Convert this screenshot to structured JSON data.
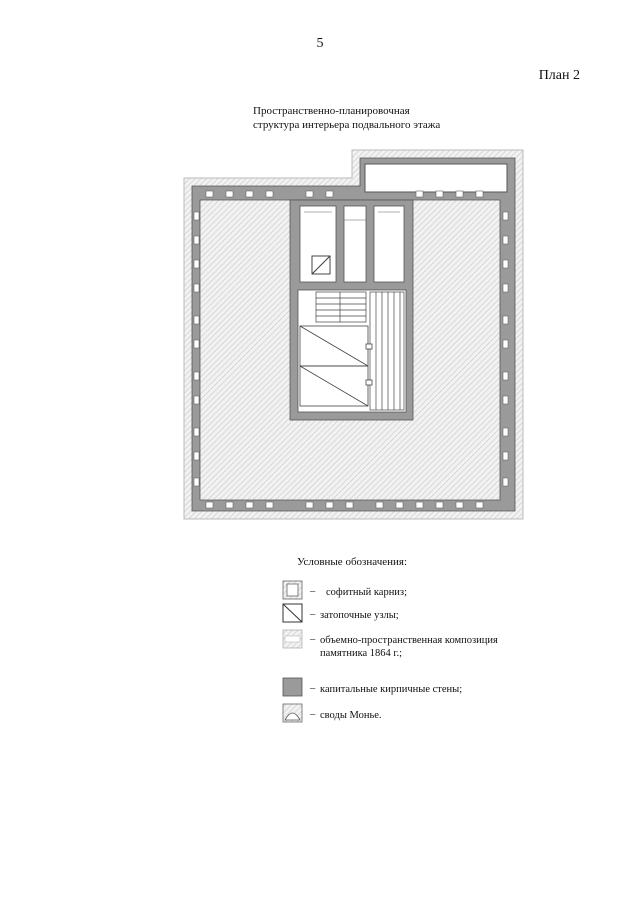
{
  "page": {
    "number": "5",
    "plan_label": "План 2",
    "title_line1": "Пространственно-планировочная",
    "title_line2": "структура интерьера подвального этажа"
  },
  "legend": {
    "title": "Условные обозначения:",
    "dash": "–",
    "items": [
      {
        "icon": "soffit-cornice-icon",
        "label": "софитный карниз;"
      },
      {
        "icon": "filling-unit-icon",
        "label": "затопочные узлы;"
      },
      {
        "icon": "volumetric-composition-icon",
        "label": "объемно-пространственная композиция памятника 1864 г.;"
      },
      {
        "icon": "brick-wall-icon",
        "label": "капитальные кирпичные стены;"
      },
      {
        "icon": "monier-vault-icon",
        "label": "своды Монье."
      }
    ]
  },
  "colors": {
    "wall_fill": "#9a9a9a",
    "outline": "#555555"
  }
}
